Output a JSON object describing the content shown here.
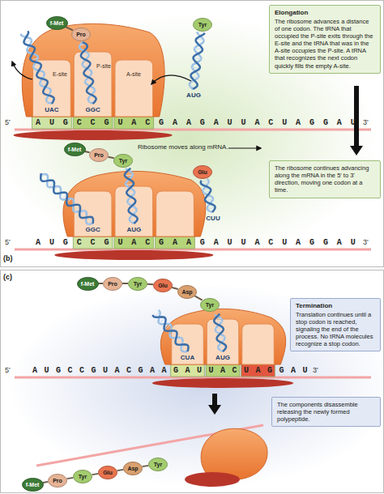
{
  "diagram": {
    "nodes": [
      {
        "text": [
          "Elongation",
          "The ribosome advances a distance of one codon. The tRNA that occupied the P-site exits through the E-site and the tRNA that was in the A-site occupies the P-site. A tRNA that recognizes the next codon quickly fills the empty A-site."
        ]
      },
      {
        "text": [
          "f-Met"
        ]
      },
      {
        "text": [
          "Pro"
        ]
      },
      {
        "text": [
          "Tyr"
        ]
      },
      {
        "text": [
          "The ribosome continues advancing along the mRNA in the 5' to 3' direction, moving one codon at a time."
        ]
      },
      {
        "text": [
          "f-Met"
        ]
      },
      {
        "text": [
          "Pro"
        ]
      },
      {
        "text": [
          "Tyr"
        ]
      },
      {
        "text": [
          "Glu"
        ]
      },
      {
        "text": [
          "Termination",
          "Translation continues until a stop codon is reached, signaling the end of the process. No tRNA molecules recognize a stop codon."
        ]
      },
      {
        "text": [
          "f-Met"
        ]
      },
      {
        "text": [
          "Pro"
        ]
      },
      {
        "text": [
          "Tyr"
        ]
      },
      {
        "text": [
          "Glu"
        ]
      },
      {
        "text": [
          "Asp"
        ]
      },
      {
        "text": [
          "Tyr"
        ]
      },
      {
        "text": [
          "The components disassemble releasing the newly formed polypeptide."
        ]
      },
      {
        "text": [
          "f-Met"
        ]
      },
      {
        "text": [
          "Pro"
        ]
      },
      {
        "text": [
          "Tyr"
        ]
      },
      {
        "text": [
          "Glu"
        ]
      },
      {
        "text": [
          "Asp"
        ]
      },
      {
        "text": [
          "Tyr"
        ]
      }
    ],
    "edges": [
      {
        "from": 1,
        "to": 2,
        "arrow": "none"
      },
      {
        "from": 5,
        "to": 6,
        "arrow": "none"
      },
      {
        "from": 6,
        "to": 7,
        "arrow": "none"
      },
      {
        "from": 10,
        "to": 11,
        "arrow": "none"
      },
      {
        "from": 11,
        "to": 12,
        "arrow": "none"
      },
      {
        "from": 12,
        "to": 13,
        "arrow": "none"
      },
      {
        "from": 13,
        "to": 14,
        "arrow": "none"
      },
      {
        "from": 14,
        "to": 15,
        "arrow": "none"
      },
      {
        "from": 17,
        "to": 18,
        "arrow": "none"
      },
      {
        "from": 18,
        "to": 19,
        "arrow": "none"
      },
      {
        "from": 19,
        "to": 20,
        "arrow": "none"
      },
      {
        "from": 20,
        "to": 21,
        "arrow": "none"
      },
      {
        "from": 21,
        "to": 22,
        "arrow": "none"
      }
    ],
    "labels": [
      "UAC",
      "E-site",
      "P-site",
      "A-site",
      "GGC",
      "AUG",
      "5'",
      "AUGCCGUACGAAGAUUACUAGGAU",
      "3'",
      "Ribosome moves along mRNA.",
      "GGC",
      "AUG",
      "CUU",
      "5'",
      "AUGCCGUACGAAGAUUACUAGGAU",
      "3'",
      "(b)",
      "CUA",
      "AUG",
      "5'",
      "AUGCCGUACGAAGAUUACUAGGAU",
      "3'",
      "(c)"
    ]
  }
}
